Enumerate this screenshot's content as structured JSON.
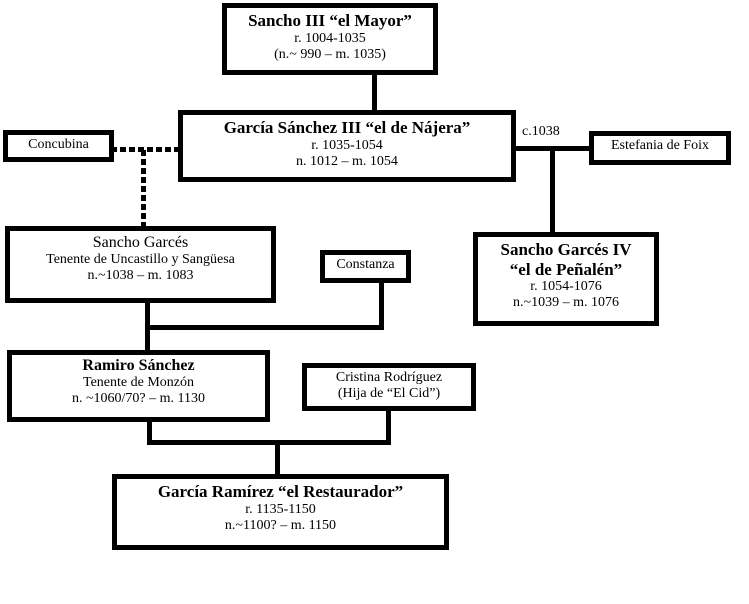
{
  "diagram": {
    "type": "family-tree",
    "people": {
      "sancho3": {
        "name": "Sancho III “el Mayor”",
        "reign": "r. 1004-1035",
        "dates": "(n.~ 990 – m. 1035)"
      },
      "garcia3": {
        "name": "García Sánchez III “el de Nájera”",
        "reign": "r. 1035-1054",
        "dates": "n. 1012 – m. 1054"
      },
      "concubina": {
        "name": "Concubina"
      },
      "estefania": {
        "name": "Estefania de Foix"
      },
      "sancho_garces": {
        "name": "Sancho Garcés",
        "title": "Tenente de Uncastillo y Sangüesa",
        "dates": "n.~1038 – m. 1083"
      },
      "constanza": {
        "name": "Constanza"
      },
      "sancho4": {
        "name": "Sancho Garcés IV",
        "epithet": "“el de Peñalén”",
        "reign": "r. 1054-1076",
        "dates": "n.~1039 – m. 1076"
      },
      "ramiro": {
        "name": "Ramiro Sánchez",
        "title": "Tenente de Monzón",
        "dates": "n. ~1060/70? – m. 1130"
      },
      "cristina": {
        "name": "Cristina Rodríguez",
        "note": "(Hija de “El Cid”)"
      },
      "garcia_ramirez": {
        "name": "García Ramírez “el Restaurador”",
        "reign": "r. 1135-1150",
        "dates": "n.~1100? – m. 1150"
      }
    },
    "marriage_labels": {
      "garcia3_estefania": "c.1038"
    },
    "relations": [
      {
        "from": "sancho3",
        "to": "garcia3",
        "type": "parent"
      },
      {
        "from": "garcia3",
        "to": "concubina",
        "type": "partner-illegitimate"
      },
      {
        "from": "garcia3",
        "to": "estefania",
        "type": "spouse"
      },
      {
        "from": "garcia3+concubina",
        "to": "sancho_garces",
        "type": "child"
      },
      {
        "from": "garcia3+estefania",
        "to": "sancho4",
        "type": "child"
      },
      {
        "from": "sancho_garces",
        "to": "constanza",
        "type": "spouse"
      },
      {
        "from": "sancho_garces+constanza",
        "to": "ramiro",
        "type": "child"
      },
      {
        "from": "ramiro",
        "to": "cristina",
        "type": "spouse"
      },
      {
        "from": "ramiro+cristina",
        "to": "garcia_ramirez",
        "type": "child"
      }
    ]
  }
}
